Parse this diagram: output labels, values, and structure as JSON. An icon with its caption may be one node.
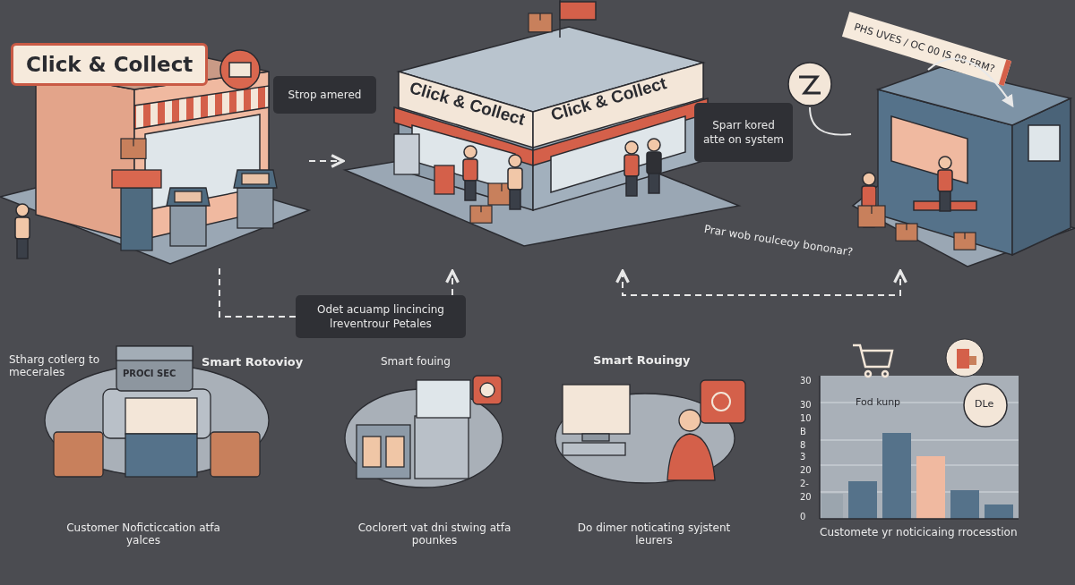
{
  "diagram": {
    "nodes": [
      {
        "text": [
          "Click & Collect"
        ]
      },
      {
        "text": [
          "Strop amered"
        ]
      },
      {
        "text": [
          "Click & Collect",
          "Click & Collect"
        ]
      },
      {
        "text": [
          "Sparr kored atte on system"
        ]
      },
      {
        "text": [
          "PHS UVES / OC 00 IS 08 FRM?"
        ],
        "beside": [
          "Prar wob roulceoy bononar?"
        ]
      },
      {
        "text": [
          "Odet acuamp lincincing lreventrour Petales"
        ]
      },
      {
        "text": [],
        "shape": "circle"
      }
    ],
    "edges": [
      {
        "from": 0,
        "to": 2,
        "arrow": "to",
        "style": "dashed"
      },
      {
        "from": 0,
        "to": 5,
        "arrow": "none",
        "style": "dashed"
      },
      {
        "from": 5,
        "to": 2,
        "arrow": "to",
        "style": "dashed"
      },
      {
        "from": 2,
        "to": 4,
        "arrow": "both",
        "style": "dashed"
      },
      {
        "from": 6,
        "to": 4,
        "arrow": "none"
      }
    ],
    "labels": [
      "Stharg cotlerg to mecerales",
      "Smart Rotovioy",
      "PROCI SEC",
      "Smart fouing",
      "Smart Rouingy",
      "30",
      "30",
      "10",
      "B",
      "8",
      "3",
      "20",
      "2-",
      "20",
      "0",
      "Fod kunp",
      "DLe",
      "Customer Noficticcation atfa yalces",
      "Coclorert vat dni stwing atfa pounkes",
      "Do dimer noticating syjstent leurers",
      "Customete yr noticicaing rrocesstion"
    ]
  }
}
